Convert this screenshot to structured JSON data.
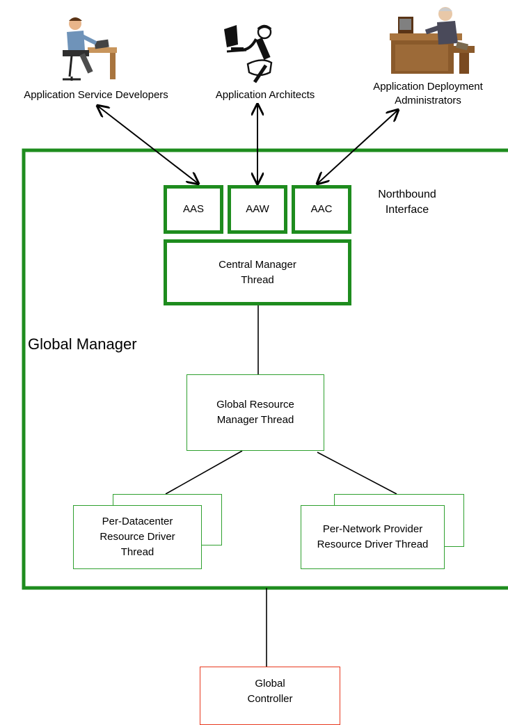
{
  "actors": {
    "developers": "Application Service Developers",
    "architects": "Application Architects",
    "administrators": "Application Deployment Administrators"
  },
  "global_manager": {
    "title": "Global Manager",
    "northbound_interface": "Northbound Interface",
    "aas": "AAS",
    "aaw": "AAW",
    "aac": "AAC",
    "central_manager": "Central Manager Thread",
    "global_resource_manager": "Global Resource Manager Thread",
    "per_datacenter_driver": "Per-Datacenter Resource Driver Thread",
    "per_network_driver": "Per-Network Provider Resource Driver Thread"
  },
  "global_controller": "Global Controller",
  "colors": {
    "green_thick": "#1e8c1e",
    "green_thin": "#2ea02e",
    "controller_red": "#e8381e"
  },
  "icons": [
    "developer-at-desk-icon",
    "architect-at-computer-icon",
    "administrator-at-desk-icon"
  ]
}
